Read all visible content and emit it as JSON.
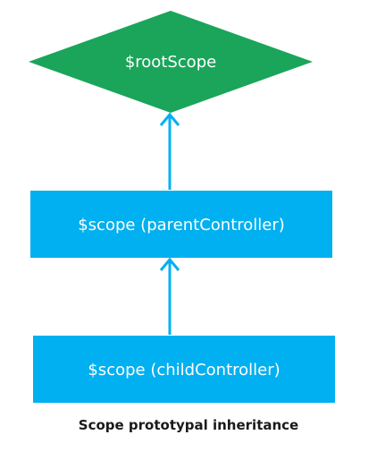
{
  "nodes": {
    "root_scope": {
      "label": "$rootScope",
      "shape": "diamond",
      "color": "#1aa55a"
    },
    "parent_scope": {
      "label": "$scope (parentController)",
      "shape": "rectangle",
      "color": "#00b0f0"
    },
    "child_scope": {
      "label": "$scope (childController)",
      "shape": "rectangle",
      "color": "#00b0f0"
    }
  },
  "edges": [
    {
      "from": "child_scope",
      "to": "parent_scope",
      "color": "#00b0f0"
    },
    {
      "from": "parent_scope",
      "to": "root_scope",
      "color": "#00b0f0"
    }
  ],
  "caption": "Scope prototypal inheritance"
}
